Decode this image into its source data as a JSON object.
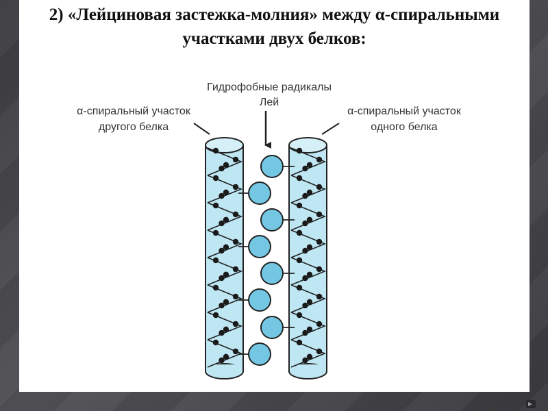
{
  "slide": {
    "title_line1": "2) «Лейциновая застежка-молния» между α-спиральными",
    "title_line2": "участками двух белков:"
  },
  "diagram": {
    "label_radicals_line1": "Гидрофобные радикалы",
    "label_radicals_line2": "Лей",
    "label_left_line1": "α-спиральный участок",
    "label_left_line2": "другого белка",
    "label_right_line1": "α-спиральный участок",
    "label_right_line2": "одного белка",
    "colors": {
      "helix_fill": "#bfe6f3",
      "leucine_fill": "#74c7e3",
      "outline": "#222222",
      "residue": "#1a1a1a"
    }
  }
}
